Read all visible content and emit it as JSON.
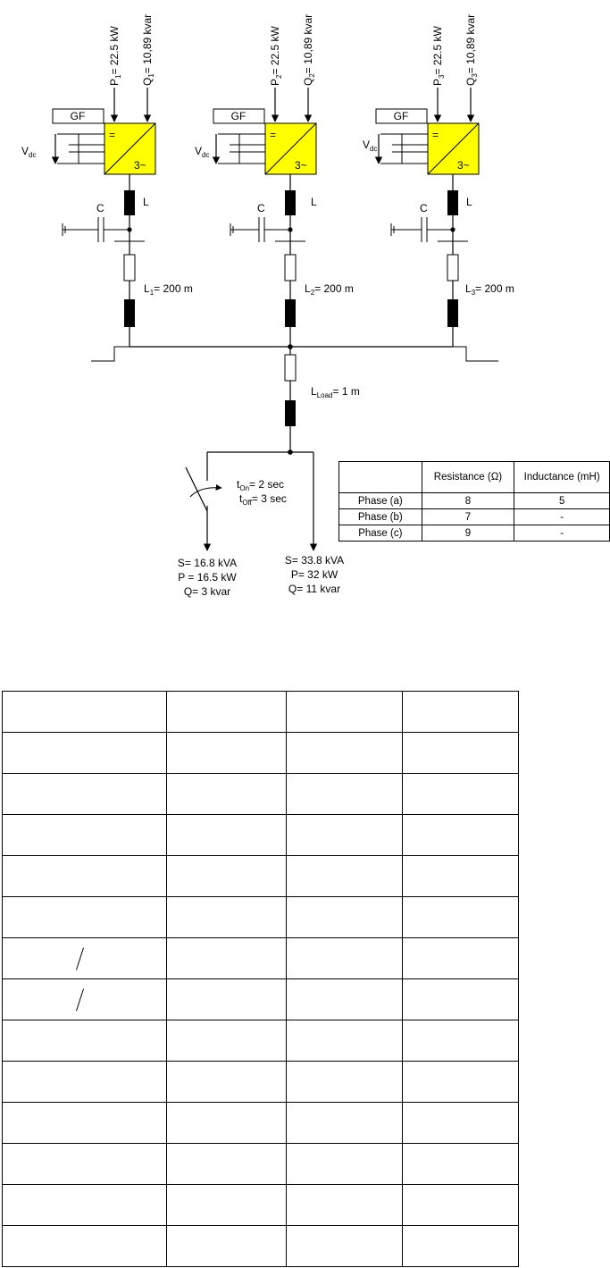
{
  "units": [
    {
      "p_label": "P",
      "p_sub": "1",
      "p_value": "= 22.5 kW",
      "q_label": "Q",
      "q_sub": "1",
      "q_value": "= 10,89 kvar",
      "gf": "GF",
      "dc_symbol": "=",
      "ac_symbol": "3~",
      "vdc_label": "V",
      "vdc_sub": "dc",
      "c_label": "C",
      "l_label": "L",
      "line_label": "L",
      "line_sub": "1",
      "line_value": "= 200 m"
    },
    {
      "p_label": "P",
      "p_sub": "2",
      "p_value": "= 22.5 kW",
      "q_label": "Q",
      "q_sub": "2",
      "q_value": "= 10,89 kvar",
      "gf": "GF",
      "dc_symbol": "=",
      "ac_symbol": "3~",
      "vdc_label": "V",
      "vdc_sub": "dc",
      "c_label": "C",
      "l_label": "L",
      "line_label": "L",
      "line_sub": "2",
      "line_value": "= 200 m"
    },
    {
      "p_label": "P",
      "p_sub": "3",
      "p_value": "= 22.5 kW",
      "q_label": "Q",
      "q_sub": "3",
      "q_value": "= 10,89  kvar",
      "gf": "GF",
      "dc_symbol": "=",
      "ac_symbol": "3~",
      "vdc_label": "V",
      "vdc_sub": "dc",
      "c_label": "C",
      "l_label": "L",
      "line_label": "L",
      "line_sub": "3",
      "line_value": "= 200 m"
    }
  ],
  "load_line": {
    "label": "L",
    "sub": "Load",
    "value": "= 1 m"
  },
  "switch": {
    "t_on_label": "t",
    "t_on_sub": "On",
    "t_on_value": "= 2 sec",
    "t_off_label": "t",
    "t_off_sub": "Off",
    "t_off_value": "= 3 sec"
  },
  "load_switched": {
    "s": "S=  16.8 kVA",
    "p": "P = 16.5 kW",
    "q": "Q=  3 kvar"
  },
  "load_fixed": {
    "s": "S=  33.8 kVA",
    "p": "P= 32 kW",
    "q": "Q=  11 kvar"
  },
  "param_table": {
    "headers": [
      "",
      "Resistance (Ω)",
      "Inductance (mH)"
    ],
    "rows": [
      [
        "Phase (a)",
        "8",
        "5"
      ],
      [
        "Phase (b)",
        "7",
        "-"
      ],
      [
        "Phase (c)",
        "9",
        "-"
      ]
    ]
  },
  "colors": {
    "converter_fill": "#ffff00"
  }
}
